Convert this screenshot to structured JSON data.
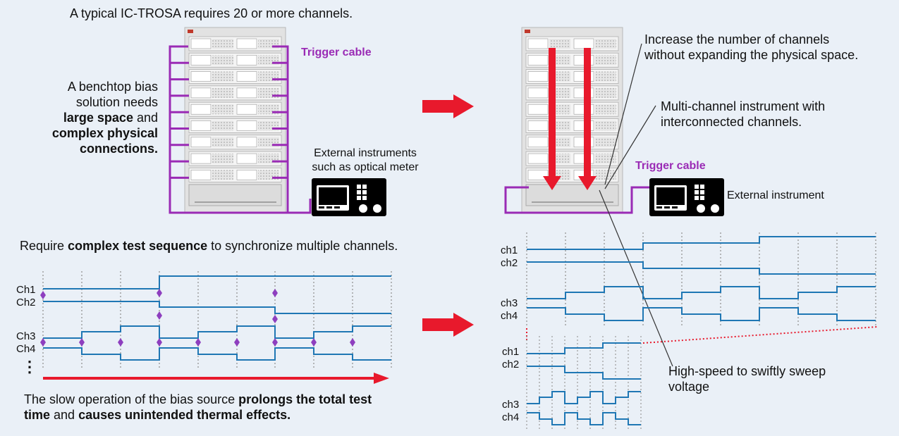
{
  "left_panel": {
    "header": "A typical IC-TROSA requires 20 or more channels.",
    "bias_note": {
      "line1": "A benchtop bias",
      "line2": "solution needs",
      "line3_bold": "large space",
      "line3_rest": " and",
      "line4_bold": "complex physical",
      "line5_bold": "connections."
    },
    "trigger_label": "Trigger cable",
    "ext_instruments_line1": "External instruments",
    "ext_instruments_line2": "such as optical meter",
    "sequence_note": {
      "pre": "Require ",
      "bold": "complex test sequence",
      "post": " to synchronize multiple channels."
    },
    "timing_labels": [
      "Ch1",
      "Ch2",
      "Ch3",
      "Ch4"
    ],
    "ellipsis": "⋮",
    "slow_note": {
      "part1": "The slow operation of the bias source ",
      "bold1": "prolongs the total test",
      "bold2": "time",
      "part2": " and ",
      "bold3": "causes unintended thermal effects."
    }
  },
  "right_panel": {
    "callout_channels_line1": "Increase the number of channels",
    "callout_channels_line2": "without expanding the physical space.",
    "callout_multi_line1": "Multi-channel instrument with",
    "callout_multi_line2": "interconnected channels.",
    "trigger_label": "Trigger cable",
    "ext_instrument": "External instrument",
    "timing_labels": [
      "ch1",
      "ch2",
      "ch3",
      "ch4"
    ],
    "zoom_labels": [
      "ch1",
      "ch2",
      "ch3",
      "ch4"
    ],
    "high_speed_line1": "High-speed to swiftly sweep",
    "high_speed_line2": "voltage"
  },
  "colors": {
    "background": "#eaf0f7",
    "trace": "#1f77b4",
    "marker": "#8e3fbf",
    "cable": "#9a2bb5",
    "arrow": "#e8192c"
  },
  "icons": [
    "rack-icon",
    "instrument-icon",
    "right-arrow-icon",
    "down-arrow-icon",
    "diamond-marker-icon"
  ]
}
